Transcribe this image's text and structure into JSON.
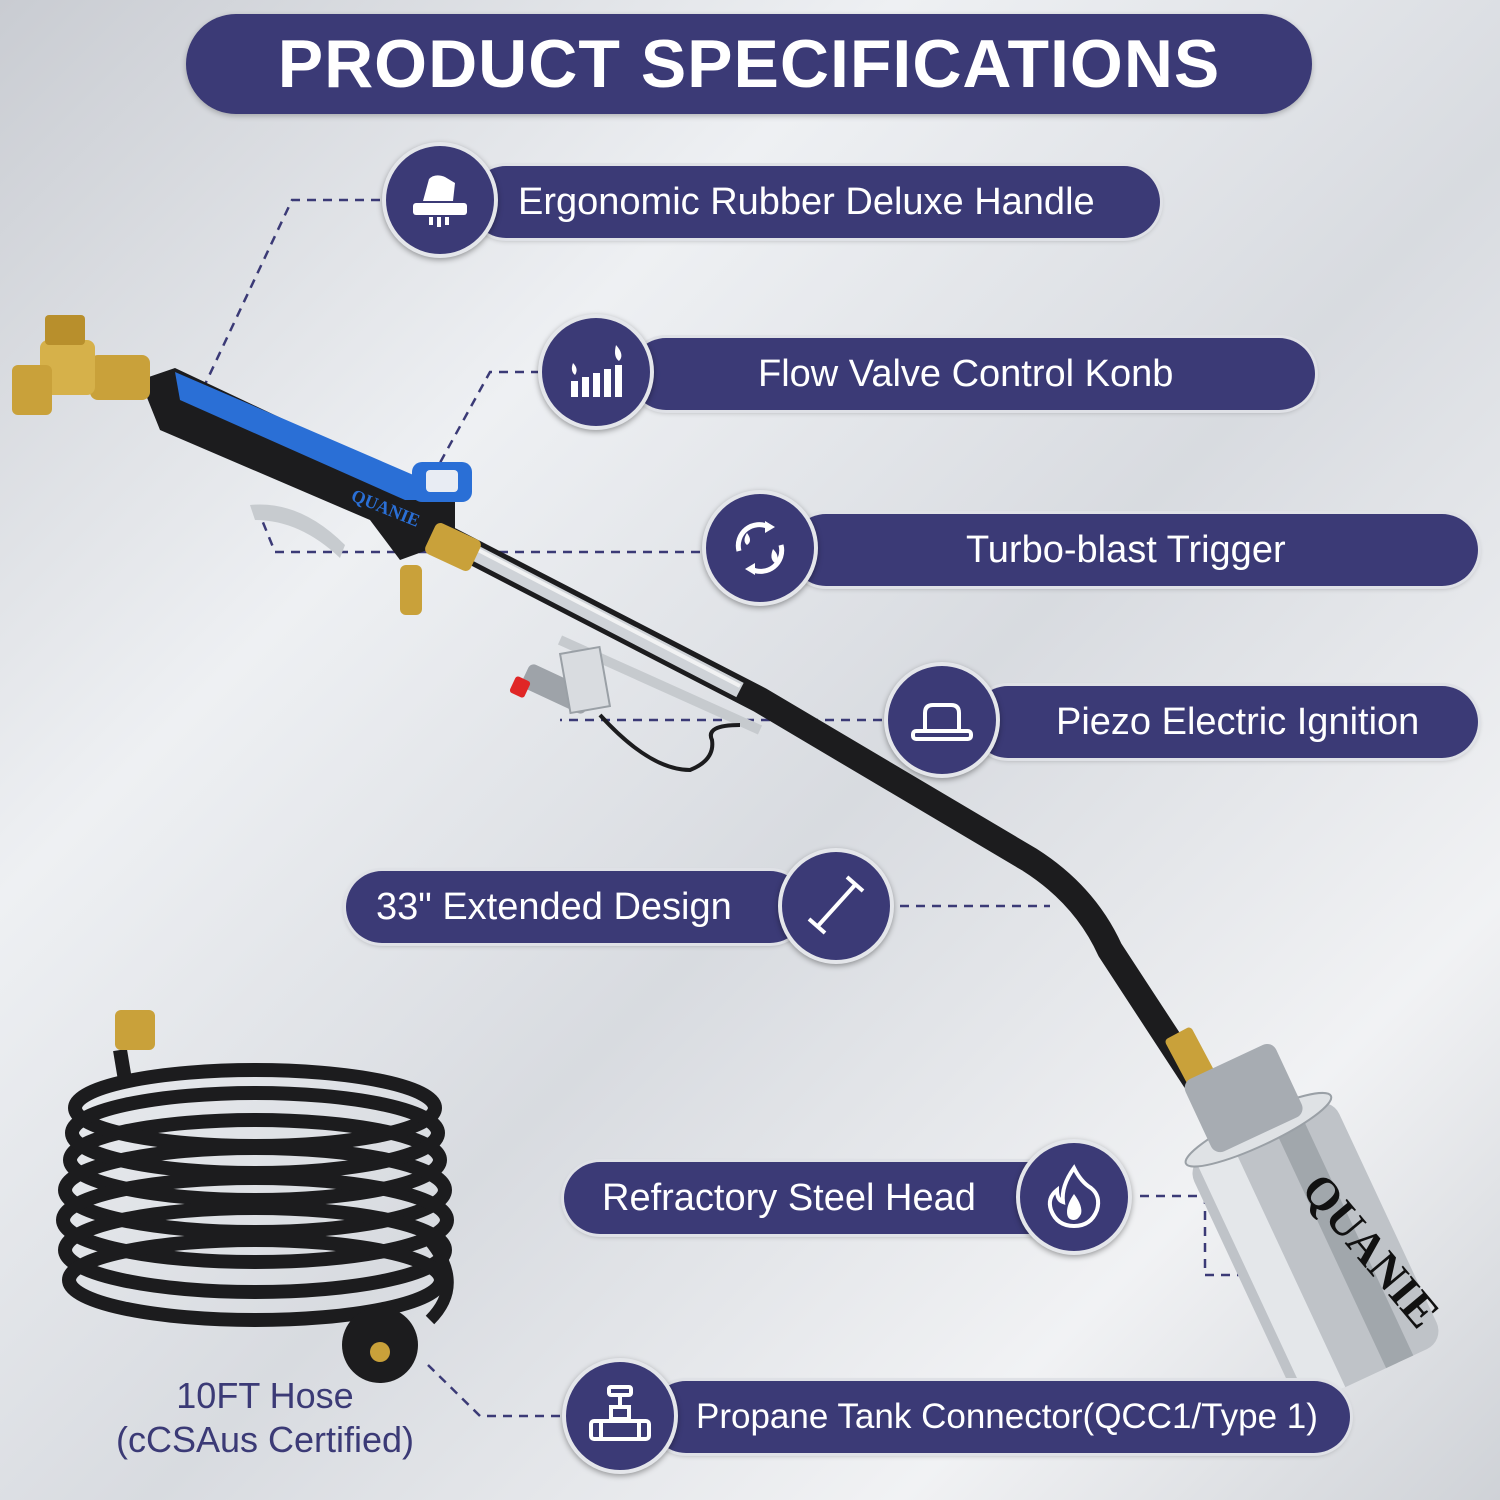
{
  "header": {
    "title": "PRODUCT SPECIFICATIONS"
  },
  "features": [
    {
      "label": "Ergonomic Rubber Deluxe Handle",
      "icon": "hand-grip-icon"
    },
    {
      "label": "Flow Valve Control Konb",
      "icon": "flame-level-bars-icon"
    },
    {
      "label": "Turbo-blast Trigger",
      "icon": "flame-cycle-arrows-icon"
    },
    {
      "label": "Piezo Electric Ignition",
      "icon": "igniter-button-icon"
    },
    {
      "label": "33\" Extended Design",
      "icon": "length-measure-icon"
    },
    {
      "label": "Refractory Steel Head",
      "icon": "fire-icon"
    },
    {
      "label": "Propane Tank Connector(QCC1/Type 1)",
      "icon": "pipe-valve-icon"
    }
  ],
  "hose": {
    "line1": "10FT Hose",
    "line2": "(cCSAus Certified)"
  },
  "brand": {
    "handle_text": "QUANIE",
    "head_text": "QUANIE"
  },
  "colors": {
    "accent": "#3b3a76",
    "handle_blue": "#2a6fd6",
    "brass": "#c9a13a"
  }
}
